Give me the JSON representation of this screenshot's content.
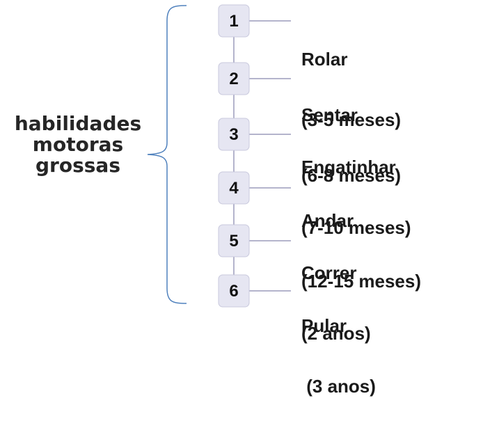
{
  "title_lines": [
    "habilidades",
    "motoras",
    "grossas"
  ],
  "steps": [
    {
      "number": "1",
      "skill": "Rolar",
      "age": "(3-5 meses)"
    },
    {
      "number": "2",
      "skill": "Sentar",
      "age": "(6-8 meses)"
    },
    {
      "number": "3",
      "skill": "Engatinhar",
      "age": "(7-10 meses)"
    },
    {
      "number": "4",
      "skill": "Andar",
      "age": "(12-15 meses)"
    },
    {
      "number": "5",
      "skill": "Correr",
      "age": "(2 anos)"
    },
    {
      "number": "6",
      "skill": "Pular",
      "age": " (3 anos)"
    }
  ],
  "colors": {
    "box_fill": "#e6e6f2",
    "box_stroke": "#c9c9dd",
    "line": "#b4b4cc",
    "brace": "#4f81bd"
  }
}
